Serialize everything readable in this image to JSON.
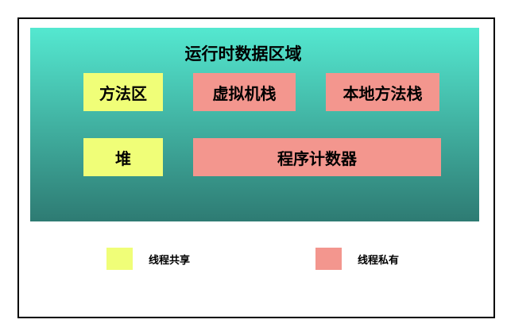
{
  "title": "运行时数据区域",
  "regions": {
    "method_area": "方法区",
    "vm_stack": "虚拟机栈",
    "native_method_stack": "本地方法栈",
    "heap": "堆",
    "program_counter": "程序计数器"
  },
  "legend": {
    "shared": {
      "label": "线程共享",
      "color": "#f0fe78"
    },
    "private": {
      "label": "线程私有",
      "color": "#f3968e"
    }
  }
}
